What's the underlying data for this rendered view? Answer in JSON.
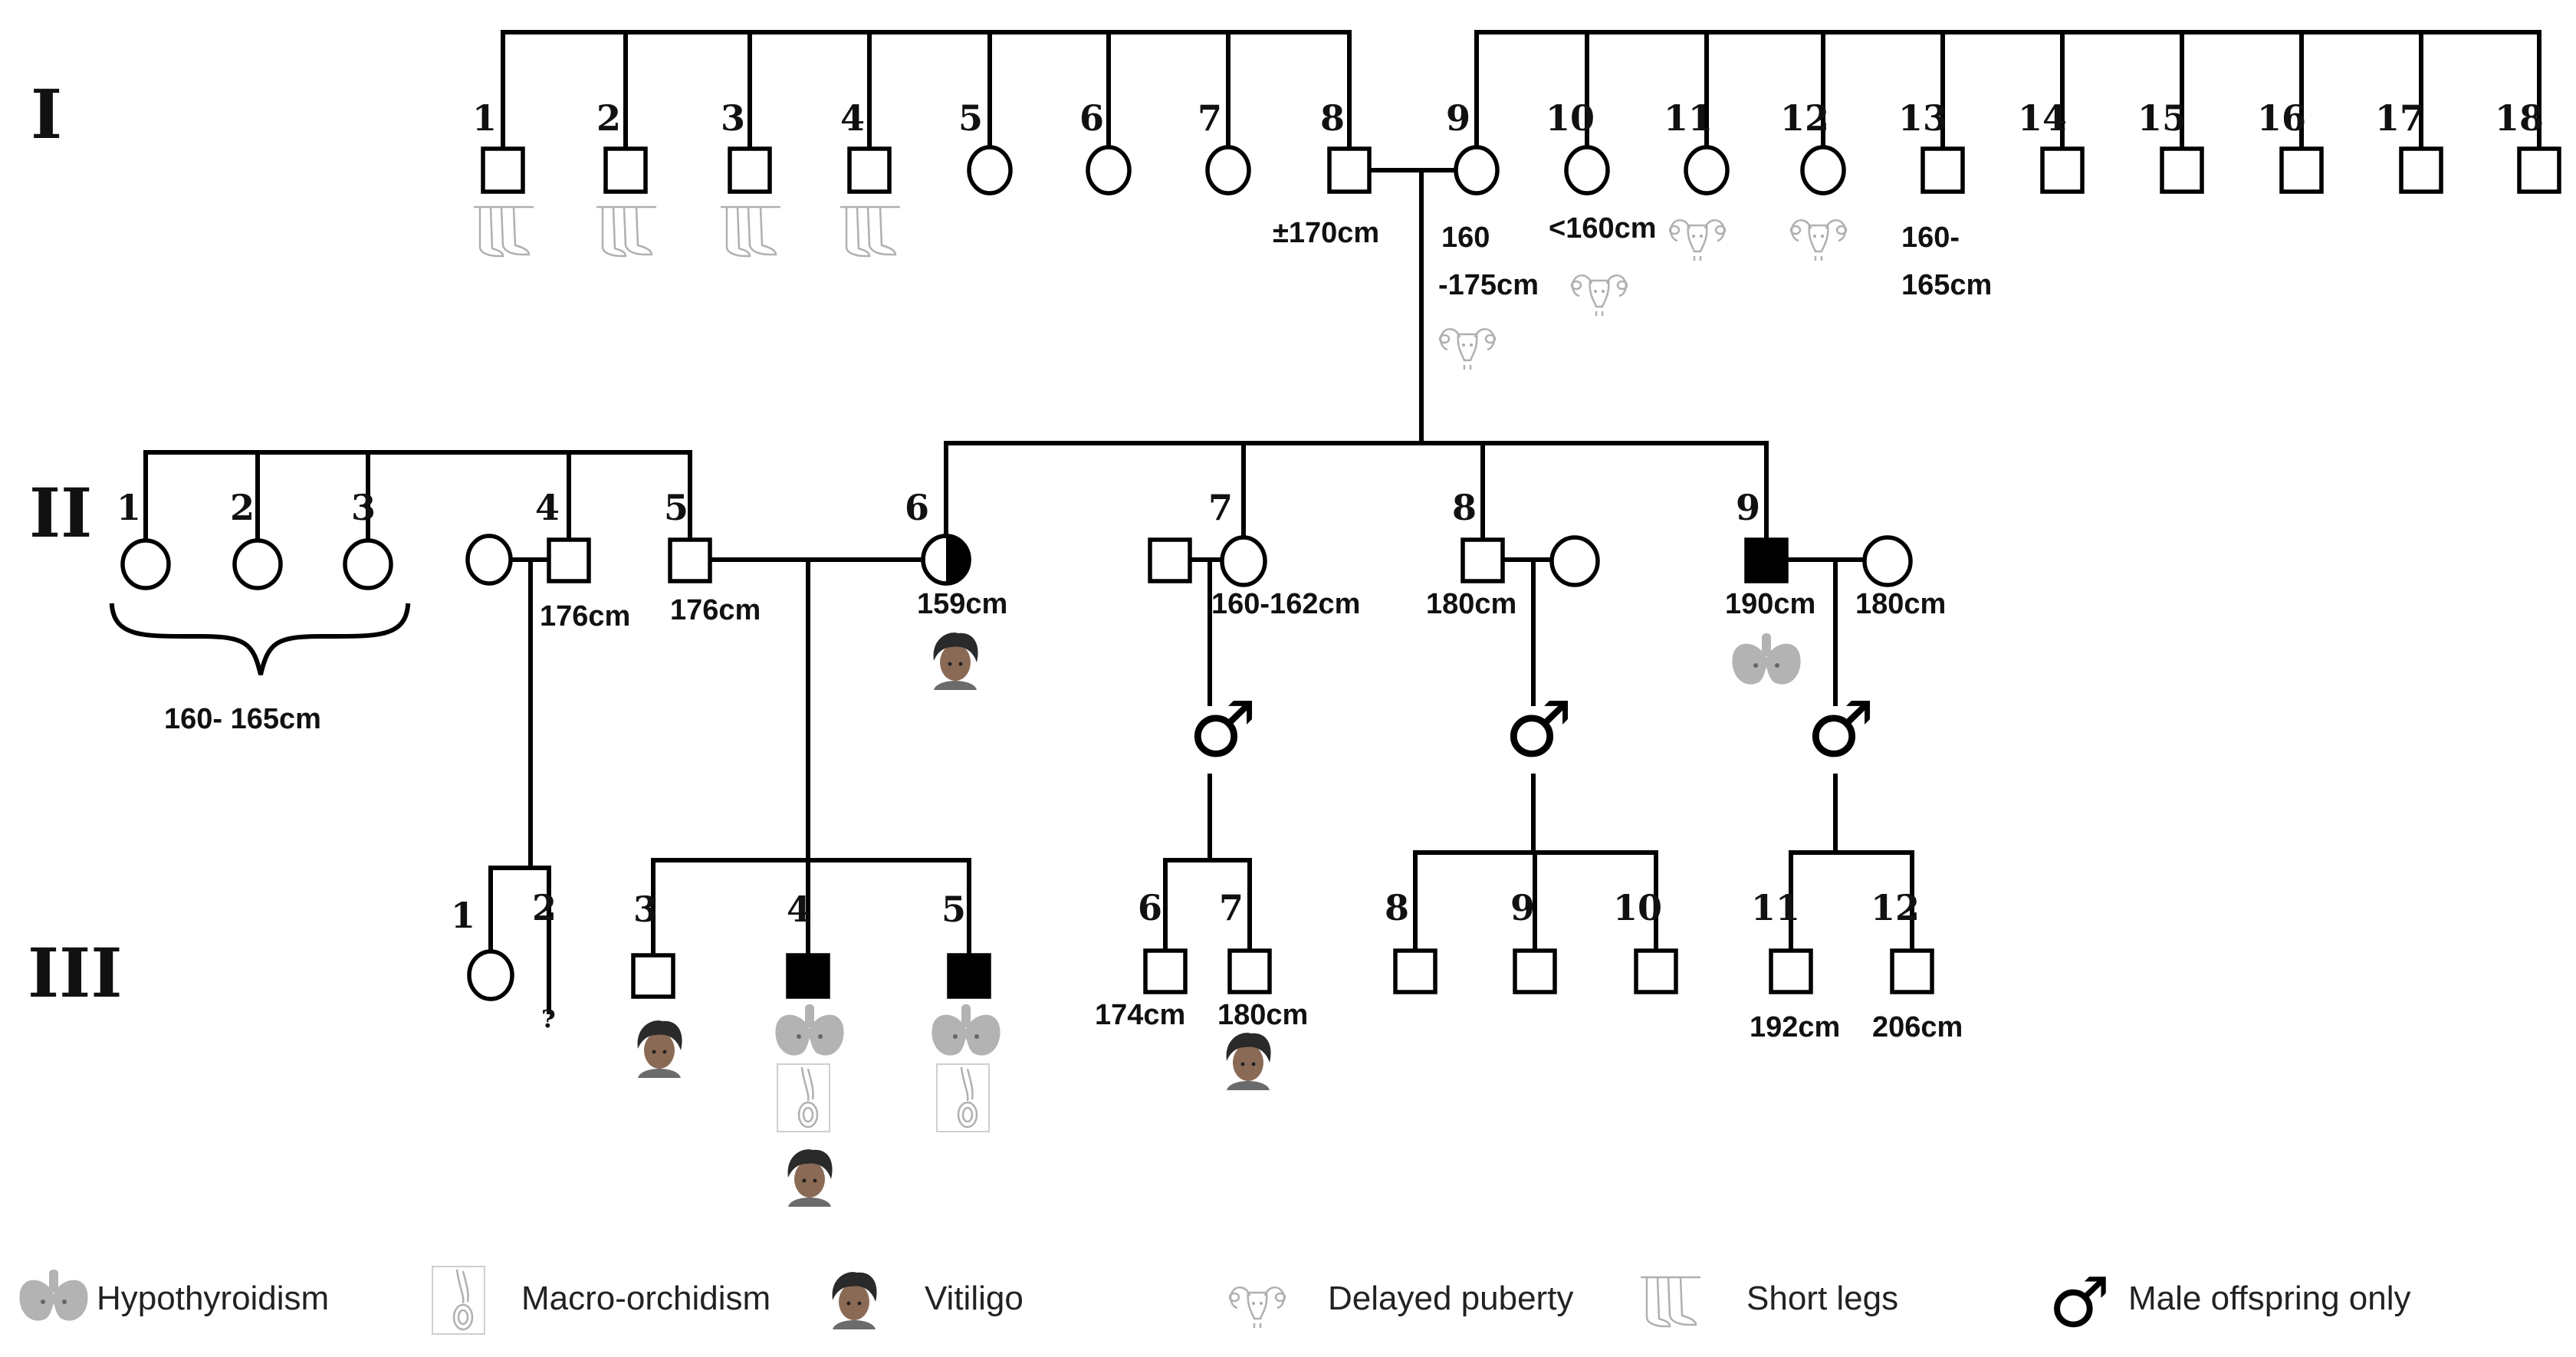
{
  "generations": [
    {
      "label": "I"
    },
    {
      "label": "II"
    },
    {
      "label": "III"
    }
  ],
  "gen1": [
    {
      "n": "1"
    },
    {
      "n": "2"
    },
    {
      "n": "3"
    },
    {
      "n": "4"
    },
    {
      "n": "5"
    },
    {
      "n": "6"
    },
    {
      "n": "7"
    },
    {
      "n": "8"
    },
    {
      "n": "9"
    },
    {
      "n": "10"
    },
    {
      "n": "11"
    },
    {
      "n": "12"
    },
    {
      "n": "13"
    },
    {
      "n": "14"
    },
    {
      "n": "15"
    },
    {
      "n": "16"
    },
    {
      "n": "17"
    },
    {
      "n": "18"
    }
  ],
  "gen2": [
    {
      "n": "1"
    },
    {
      "n": "2"
    },
    {
      "n": "3"
    },
    {
      "n": "4"
    },
    {
      "n": "5"
    },
    {
      "n": "6"
    },
    {
      "n": "7"
    },
    {
      "n": "8"
    },
    {
      "n": "9"
    }
  ],
  "gen3": [
    {
      "n": "1"
    },
    {
      "n": "2"
    },
    {
      "n": "3"
    },
    {
      "n": "4"
    },
    {
      "n": "5"
    },
    {
      "n": "6"
    },
    {
      "n": "7"
    },
    {
      "n": "8"
    },
    {
      "n": "9"
    },
    {
      "n": "10"
    },
    {
      "n": "11"
    },
    {
      "n": "12"
    }
  ],
  "heights": {
    "I8": "±170cm",
    "I9_a": "160",
    "I9_b": "-175cm",
    "I10": "<160cm",
    "I13_a": "160-",
    "I13_b": "165cm",
    "II123": "160-  165cm",
    "II4": "176cm",
    "II5": "176cm",
    "II6": "159cm",
    "II7": "160-162cm",
    "II8": "180cm",
    "II9": "190cm",
    "II9_spouse": "180cm",
    "III6": "174cm",
    "III7": "180cm",
    "III11": "192cm",
    "III12": "206cm"
  },
  "unknown_mark": "?",
  "male_symbol": "♂",
  "legend": [
    {
      "icon": "thyroid-icon",
      "label": "Hypothyroidism"
    },
    {
      "icon": "testis-icon",
      "label": "Macro-orchidism"
    },
    {
      "icon": "vitiligo-face-icon",
      "label": "Vitiligo"
    },
    {
      "icon": "uterus-icon",
      "label": "Delayed puberty"
    },
    {
      "icon": "short-legs-icon",
      "label": "Short legs"
    },
    {
      "icon": "male-symbol-icon",
      "label": "Male offspring only"
    }
  ],
  "colors": {
    "line": "#000000",
    "affected_fill": "#000000",
    "trait_icon": "#b3b3b3"
  }
}
